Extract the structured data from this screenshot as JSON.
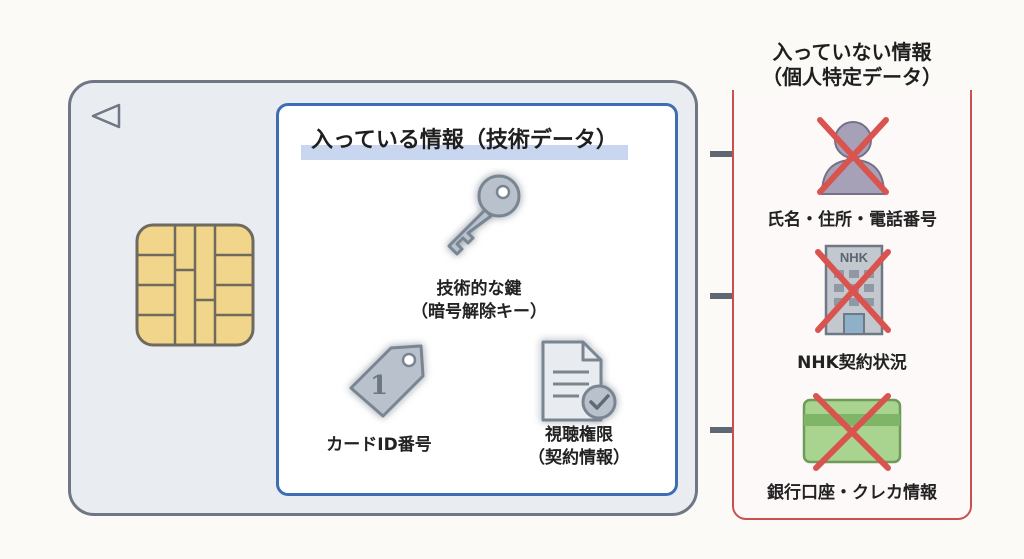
{
  "inner": {
    "title": "入っている情報（技術データ）",
    "items": [
      {
        "line1": "技術的な鍵",
        "line2": "（暗号解除キー）",
        "icon": "key-icon"
      },
      {
        "line1": "カードID番号",
        "icon": "tag-icon",
        "tag_number": "1"
      },
      {
        "line1": "視聴権限",
        "line2": "（契約情報）",
        "icon": "document-check-icon"
      }
    ]
  },
  "panel": {
    "title_line1": "入っていない情報",
    "title_line2": "（個人特定データ）",
    "items": [
      {
        "label": "氏名・住所・電話番号",
        "icon": "person-icon"
      },
      {
        "label": "NHK契約状況",
        "icon": "building-icon",
        "sign": "NHK"
      },
      {
        "label": "銀行口座・クレカ情報",
        "icon": "credit-card-icon"
      }
    ]
  },
  "colors": {
    "card_border": "#6e7783",
    "inner_border": "#3d6db5",
    "panel_border": "#c9504f",
    "cross": "#d9534f",
    "chip": "#f0d58a",
    "arrow": "#5f6773"
  }
}
